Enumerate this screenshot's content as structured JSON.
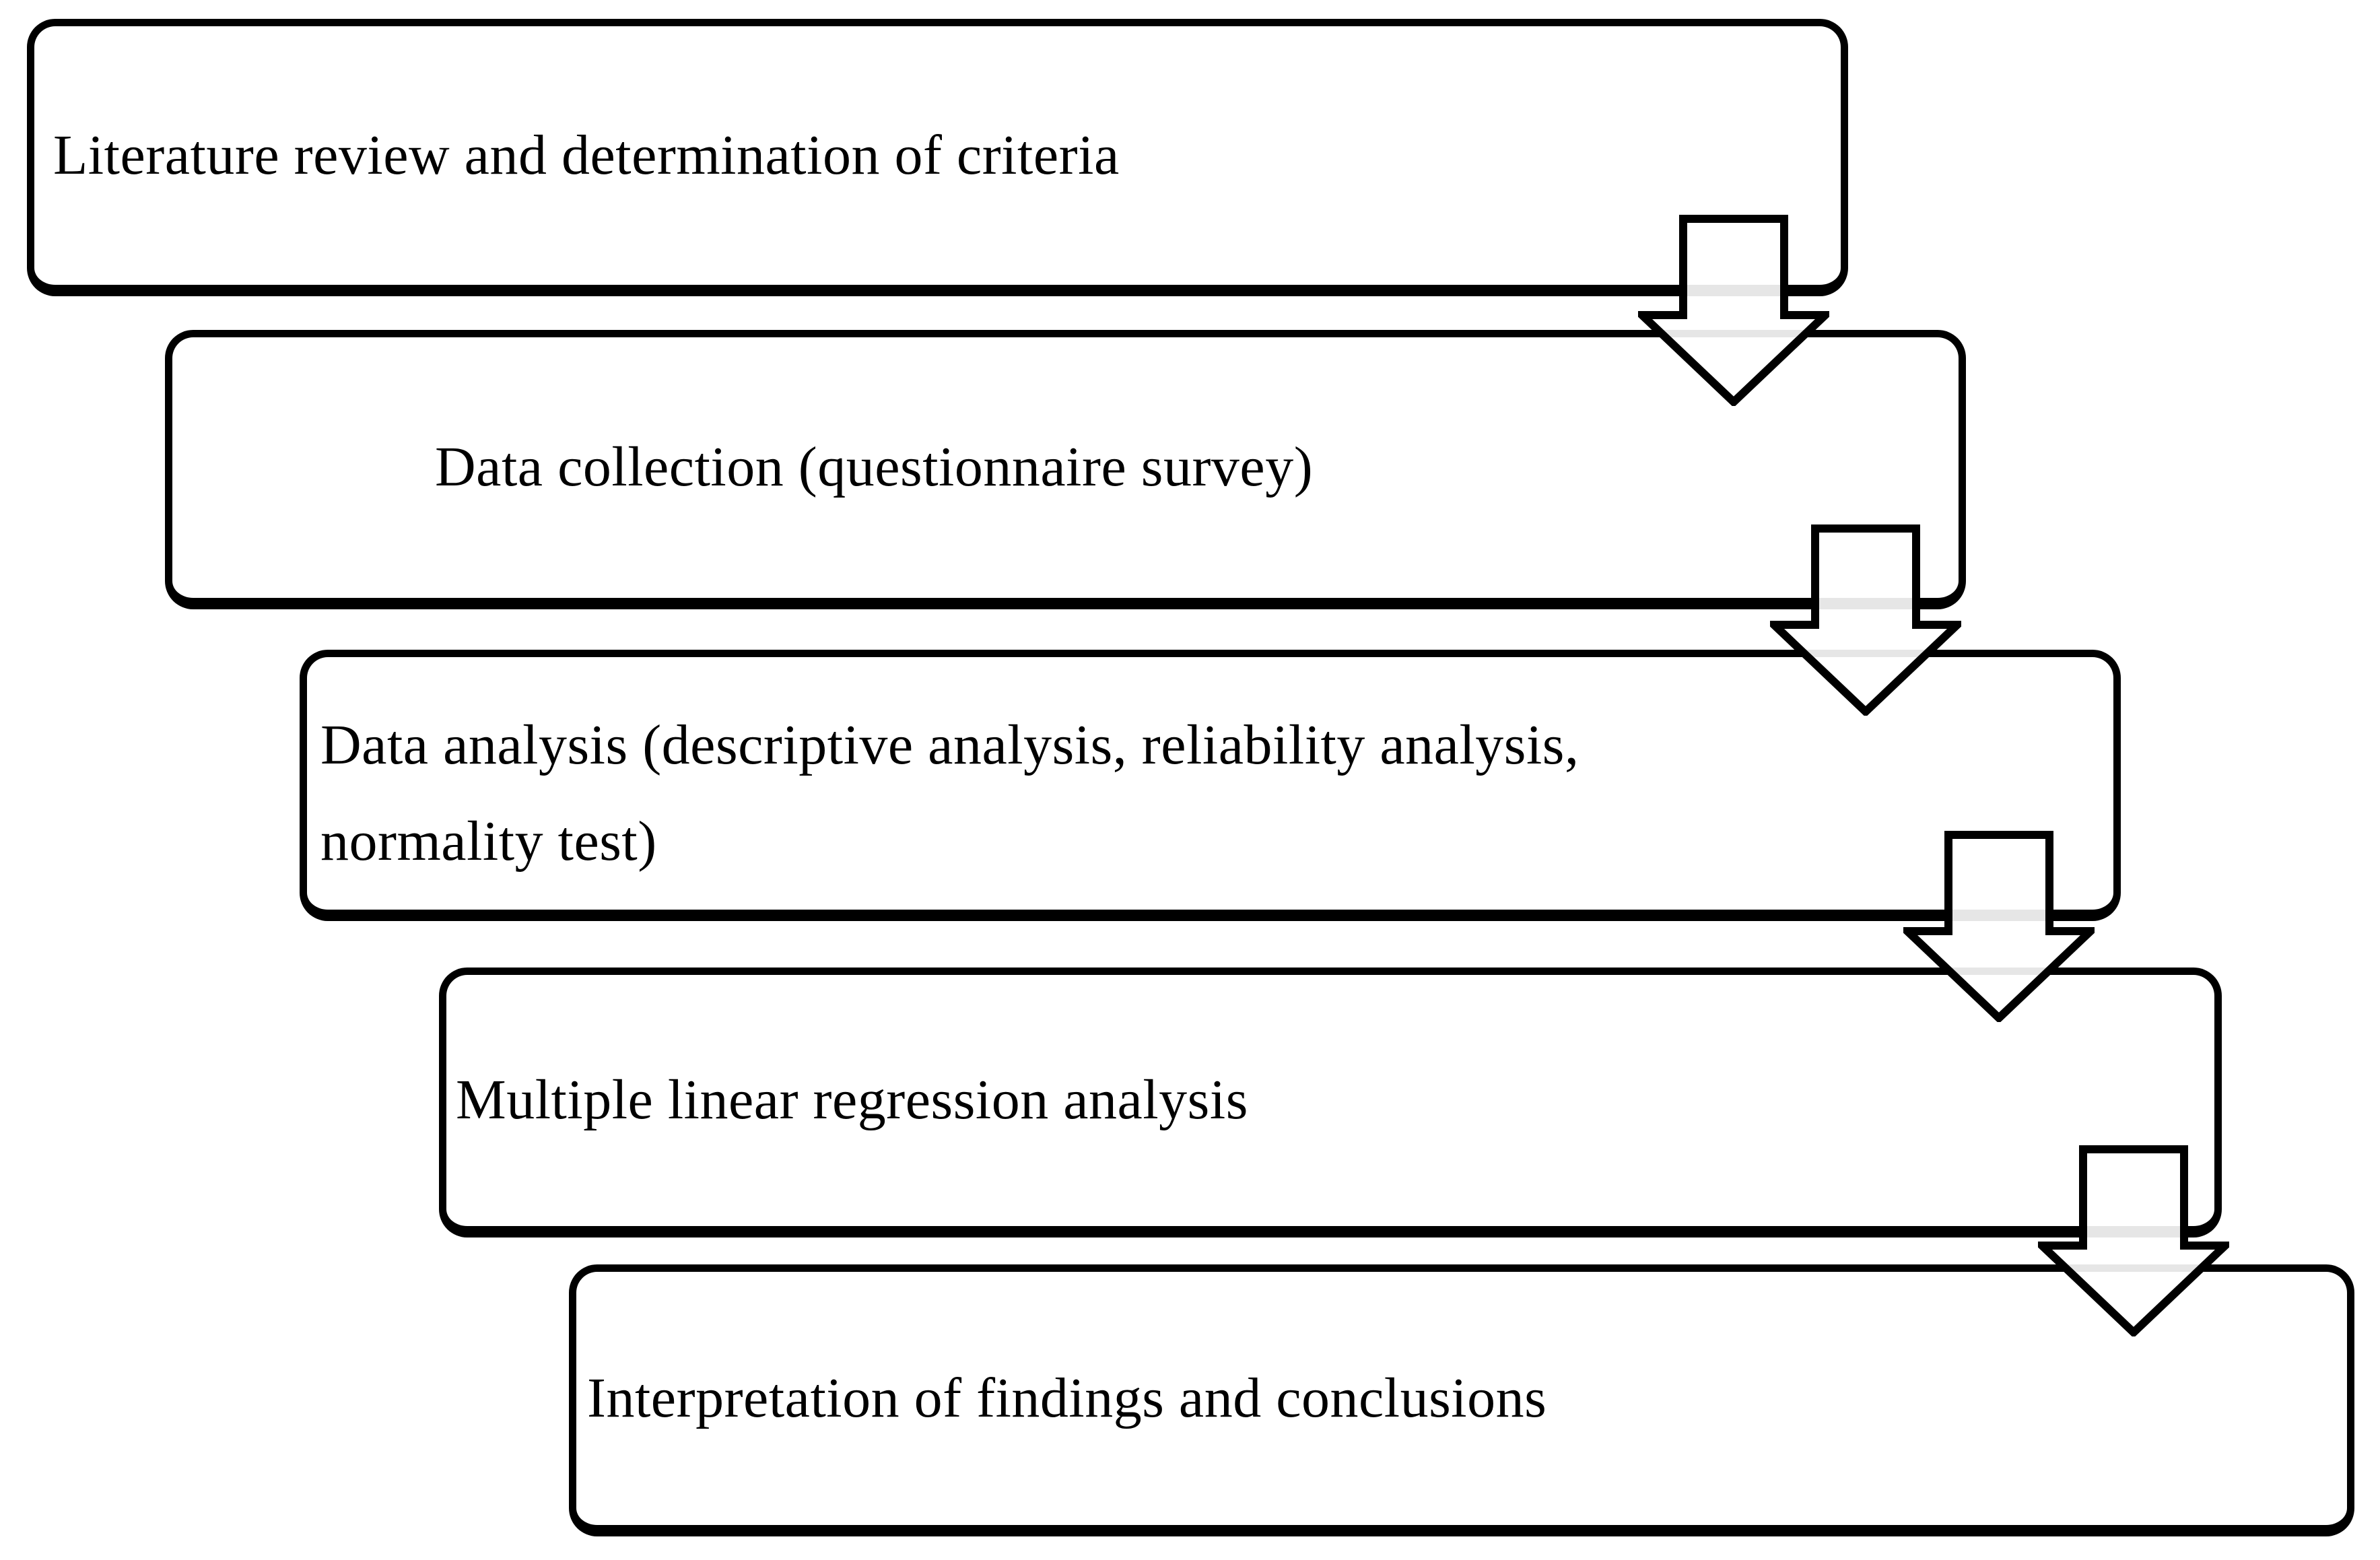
{
  "figure": {
    "type": "flowchart",
    "background_color": "#ffffff",
    "box_border_color": "#000000",
    "box_fill_color": "#ffffff",
    "text_color": "#000000",
    "arrow_fill_color": "#ffffff",
    "arrow_outline_color": "#000000",
    "steps": [
      {
        "label": "Literature review and determination of criteria"
      },
      {
        "label": "Data collection (questionnaire survey)"
      },
      {
        "label": "Data analysis (descriptive analysis, reliability analysis,\nnormality test)"
      },
      {
        "label": "Multiple linear regression analysis"
      },
      {
        "label": "Interpretation of findings and conclusions"
      }
    ],
    "connectors": [
      {
        "icon": "down-arrow"
      },
      {
        "icon": "down-arrow"
      },
      {
        "icon": "down-arrow"
      },
      {
        "icon": "down-arrow"
      }
    ]
  }
}
